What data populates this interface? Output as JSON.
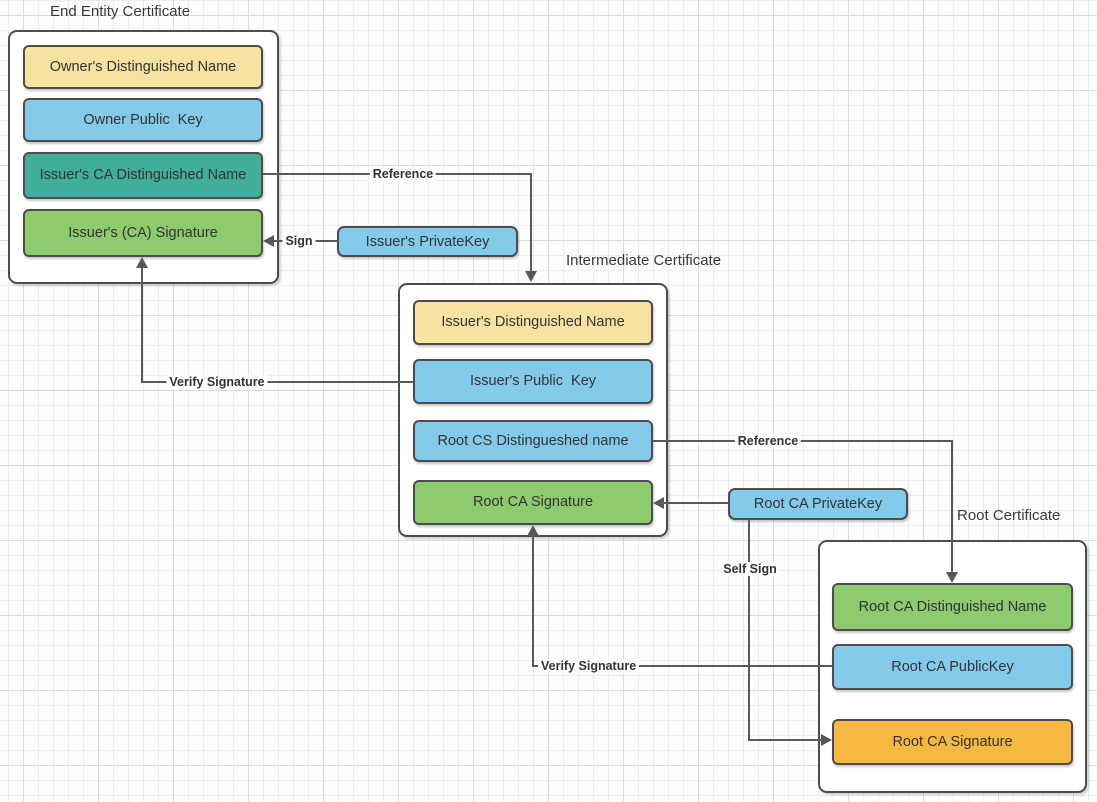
{
  "colors": {
    "yellow": "#F7E3A1",
    "blue": "#84CBEB",
    "teal": "#41AE9B",
    "green": "#8DCB6E",
    "orange": "#F5B942",
    "line": "#595959",
    "shape_border": "#4D4D4D",
    "text": "#333333",
    "canvas_bg": "#FDFDFD",
    "grid_minor": "#EDEDED",
    "grid_major": "#DCDCDC"
  },
  "end_entity": {
    "title": "End Entity Certificate",
    "fields": [
      {
        "label": "Owner's Distinguished Name",
        "color": "yellow"
      },
      {
        "label": "Owner Public  Key",
        "color": "blue"
      },
      {
        "label": "Issuer's CA Distinguished Name",
        "color": "teal"
      },
      {
        "label": "Issuer's (CA) Signature",
        "color": "green"
      }
    ]
  },
  "intermediate": {
    "title": "Intermediate Certificate",
    "fields": [
      {
        "label": "Issuer's Distinguished Name",
        "color": "yellow"
      },
      {
        "label": "Issuer's Public  Key",
        "color": "blue"
      },
      {
        "label": "Root CS Distingueshed name",
        "color": "blue"
      },
      {
        "label": "Root CA Signature",
        "color": "green"
      }
    ]
  },
  "root": {
    "title": "Root Certificate",
    "fields": [
      {
        "label": "Root CA Distinguished Name",
        "color": "green"
      },
      {
        "label": "Root CA PublicKey",
        "color": "blue"
      },
      {
        "label": "Root CA Signature",
        "color": "orange"
      }
    ]
  },
  "keys": {
    "issuer_private_key": "Issuer's PrivateKey",
    "root_ca_private_key": "Root CA PrivateKey"
  },
  "connectors": {
    "reference_end_to_intermediate": "Reference",
    "sign": "Sign",
    "verify_signature_end": "Verify Signature",
    "reference_intermediate_to_root": "Reference",
    "self_sign": "Self Sign",
    "verify_signature_intermediate": "Verify Signature"
  }
}
